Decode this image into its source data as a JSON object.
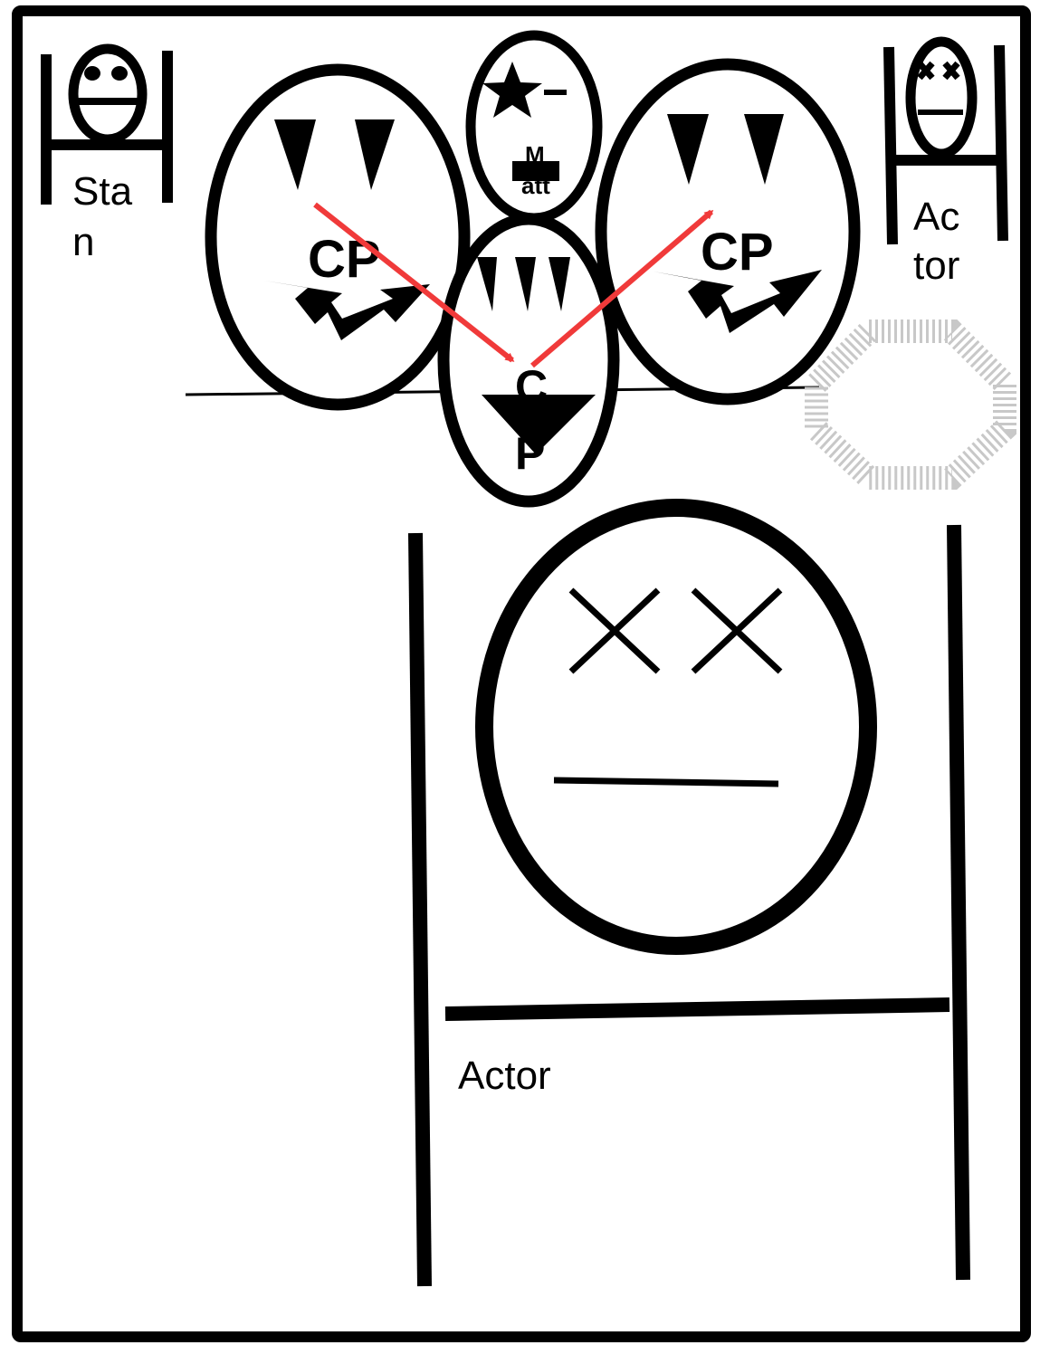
{
  "labels": {
    "stan_line1": "Sta",
    "stan_line2": "n",
    "actor_small_line1": "Ac",
    "actor_small_line2": "tor",
    "cp_left": "CP",
    "cp_right": "CP",
    "cp_center_line1": "C",
    "cp_center_line2": "P",
    "matt_line1": "M",
    "matt_line2": "att",
    "actor_large": "Actor"
  },
  "icons": {
    "stan_face": "smiling-face-icon",
    "actor_small_face": "dead-face-icon",
    "matt_face": "star-face-icon",
    "actor_large_face": "dead-face-icon",
    "dashed_octagon": "dashed-octagon-icon"
  },
  "colors": {
    "stroke": "#000000",
    "arrow": "#f03a3a",
    "octagon": "#c8c8c8",
    "background": "#ffffff"
  }
}
